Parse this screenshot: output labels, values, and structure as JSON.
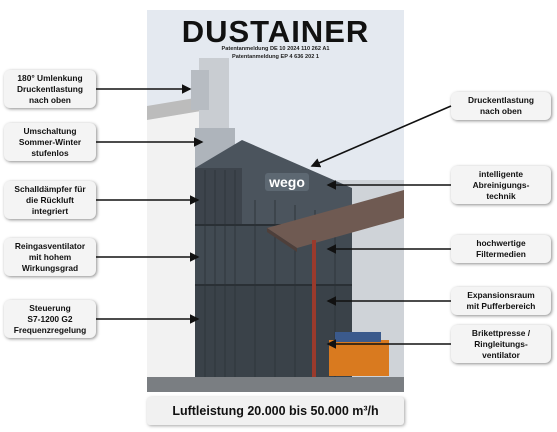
{
  "title": "DUSTAINER",
  "patents": [
    "Patentanmeldung DE 10 2024 110 262 A1",
    "Patentanmeldung EP 4 636 202 1"
  ],
  "brand_logo": "wego",
  "left_labels": [
    "180° Umlenkung\nDruckentlastung\nnach oben",
    "Umschaltung\nSommer-Winter\nstufenlos",
    "Schalldämpfer für\ndie Rückluft\nintegriert",
    "Reingasventilator\nmit hohem\nWirkungsgrad",
    "Steuerung\nS7-1200 G2\nFrequenzregelung"
  ],
  "right_labels": [
    "Druckentlastung\nnach oben",
    "intelligente\nAbreinigungs-\ntechnik",
    "hochwertige\nFiltermedien",
    "Expansionsraum\nmit Pufferbereich",
    "Brikettpresse /\nRingleitungs-\nventilator"
  ],
  "footer": "Luftleistung 20.000 bis 50.000 m³/h"
}
